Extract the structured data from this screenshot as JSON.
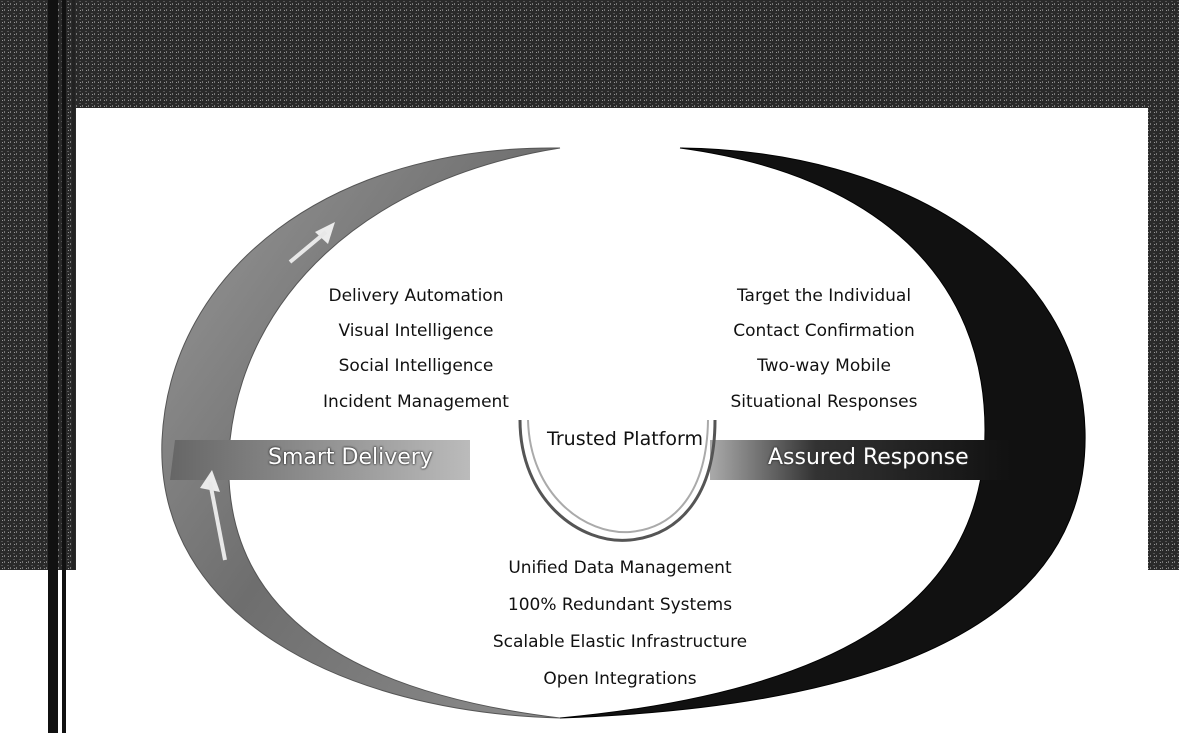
{
  "center": {
    "title": "Trusted Platform"
  },
  "bands": {
    "left": "Smart Delivery",
    "right": "Assured Response"
  },
  "smart_delivery_items": [
    "Delivery Automation",
    "Visual Intelligence",
    "Social Intelligence",
    "Incident Management"
  ],
  "assured_response_items": [
    "Target the Individual",
    "Contact Confirmation",
    "Two-way Mobile",
    "Situational Responses"
  ],
  "trusted_platform_items": [
    "Unified Data Management",
    "100% Redundant Systems",
    "Scalable Elastic Infrastructure",
    "Open Integrations"
  ],
  "colors": {
    "left_crescent": "#7a7a7a",
    "right_crescent": "#111111",
    "background": "#2e2e2e",
    "panel": "#ffffff"
  }
}
